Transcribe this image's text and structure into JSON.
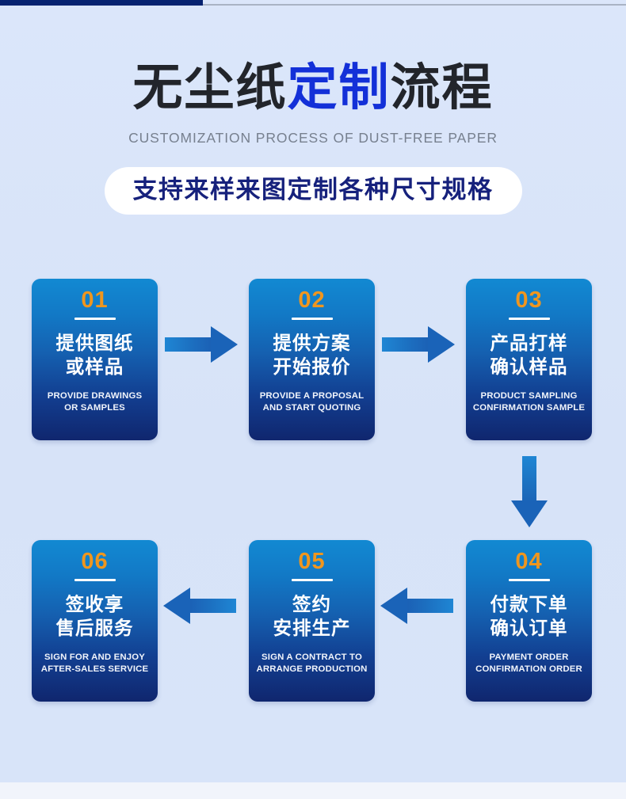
{
  "header": {
    "title_part1": "无尘纸",
    "title_highlight": "定制",
    "title_part2": "流程",
    "subtitle": "CUSTOMIZATION PROCESS OF DUST-FREE PAPER",
    "pill_text": "支持来样来图定制各种尺寸规格",
    "accent_color": "#062270",
    "highlight_color": "#1330d8",
    "pill_text_color": "#16217c"
  },
  "flow": {
    "number_color": "#f0961e",
    "card_gradient_top": "#1289d2",
    "card_gradient_bottom": "#10266e",
    "arrow_color": "#1a63b8",
    "steps": [
      {
        "number": "01",
        "cn_line1": "提供图纸",
        "cn_line2": "或样品",
        "en_line1": "PROVIDE DRAWINGS",
        "en_line2": "OR SAMPLES"
      },
      {
        "number": "02",
        "cn_line1": "提供方案",
        "cn_line2": "开始报价",
        "en_line1": "PROVIDE A PROPOSAL",
        "en_line2": "AND START QUOTING"
      },
      {
        "number": "03",
        "cn_line1": "产品打样",
        "cn_line2": "确认样品",
        "en_line1": "PRODUCT SAMPLING",
        "en_line2": "CONFIRMATION SAMPLE"
      },
      {
        "number": "04",
        "cn_line1": "付款下单",
        "cn_line2": "确认订单",
        "en_line1": "PAYMENT ORDER",
        "en_line2": "CONFIRMATION ORDER"
      },
      {
        "number": "05",
        "cn_line1": "签约",
        "cn_line2": "安排生产",
        "en_line1": "SIGN A CONTRACT TO",
        "en_line2": "ARRANGE PRODUCTION"
      },
      {
        "number": "06",
        "cn_line1": "签收享",
        "cn_line2": "售后服务",
        "en_line1": "SIGN FOR AND ENJOY",
        "en_line2": "AFTER-SALES SERVICE"
      }
    ]
  }
}
